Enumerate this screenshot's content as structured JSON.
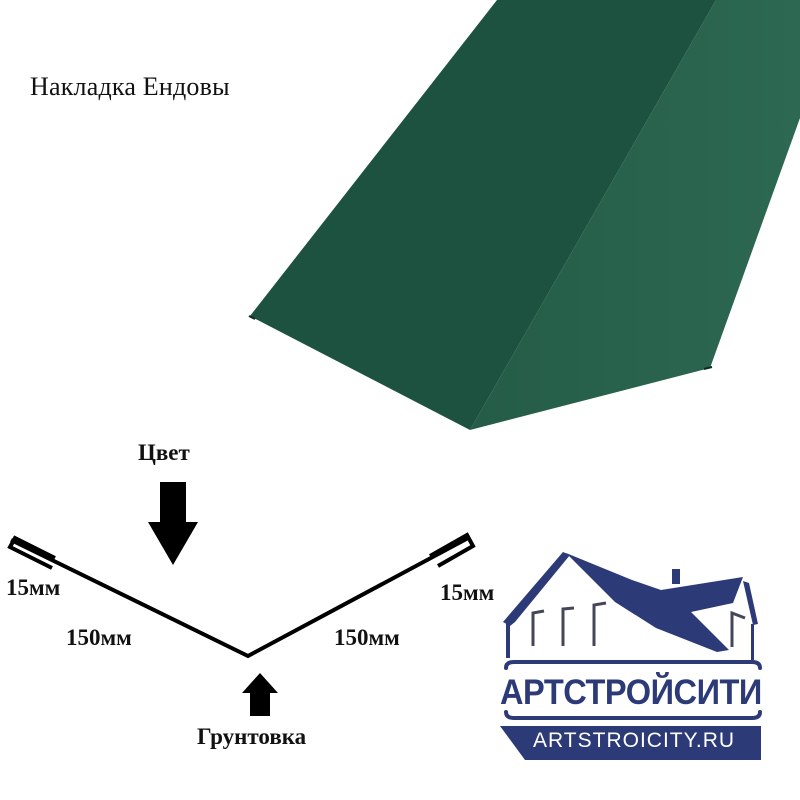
{
  "title": "Накладка Ендовы",
  "product": {
    "color_hex": "#1d5440",
    "color_light_hex": "#2a6650"
  },
  "diagram": {
    "top_label": "Цвет",
    "bottom_label": "Грунтовка",
    "left_hem": "15мм",
    "right_hem": "15мм",
    "left_side": "150мм",
    "right_side": "150мм"
  },
  "logo": {
    "name": "АРТСТРОЙСИТИ",
    "url": "ARTSTROICITY.RU",
    "color_hex": "#2c3a78"
  }
}
